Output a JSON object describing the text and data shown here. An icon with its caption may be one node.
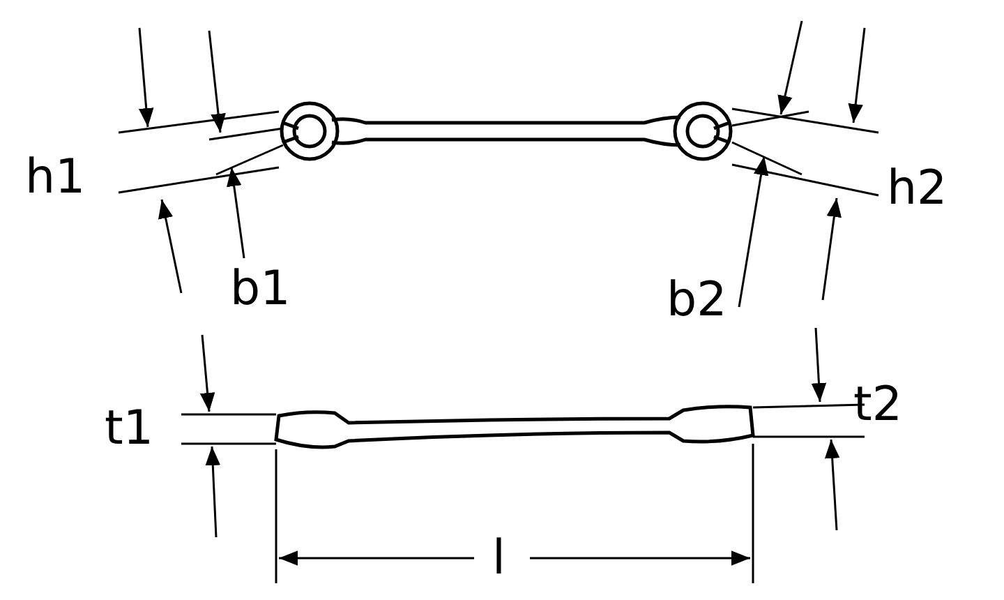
{
  "diagram": {
    "labels": [
      "h1",
      "h2",
      "b1",
      "b2",
      "t1",
      "t2",
      "l"
    ]
  }
}
